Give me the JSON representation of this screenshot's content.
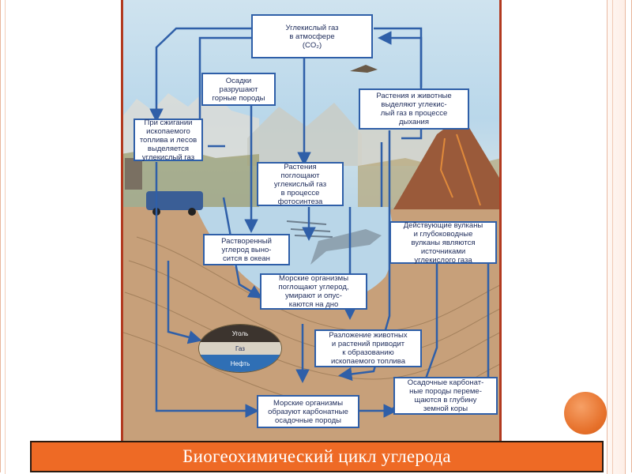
{
  "slide": {
    "caption": "Биогеохимический цикл углерода",
    "accent_color": "#ee6a25",
    "frame_color": "#e8b49a"
  },
  "diagram": {
    "arrow_color": "#2f5fa8",
    "nodes": {
      "atmosphere_co2": "Углекислый газ\nв атмосфере\n(CO₂)",
      "precipitation": "Осадки\nразрушают\nгорные породы",
      "combustion": "При сжигании\nископаемого\nтоплива и лесов\nвыделяется\nуглекислый газ",
      "respiration": "Растения и животные\nвыделяют углекис-\nлый газ в процессе\nдыхания",
      "photosynthesis": "Растения\nпоглощают\nуглекислый газ\nв процессе\nфотосинтеза",
      "dissolved_carbon": "Растворенный\nуглерод выно-\nсится в океан",
      "volcanoes": "Действующие вулканы\nи глубоководные\nвулканы являются\nисточниками\nуглекислого газа",
      "marine_organisms": "Морские организмы\nпоглощают углерод,\nумирают и опус-\nкаются на дно",
      "decomposition": "Разложение животных\nи растений приводит\nк образованию\nископаемого топлива",
      "carbonate_movement": "Осадочные карбонат-\nные породы переме-\nщаются в глубину\nземной коры",
      "carbonate_formation": "Морские организмы\nобразуют карбонатные\nосадочные породы"
    },
    "fossil_layers": {
      "coal": "Уголь",
      "gas": "Газ",
      "oil": "Нефть"
    }
  }
}
